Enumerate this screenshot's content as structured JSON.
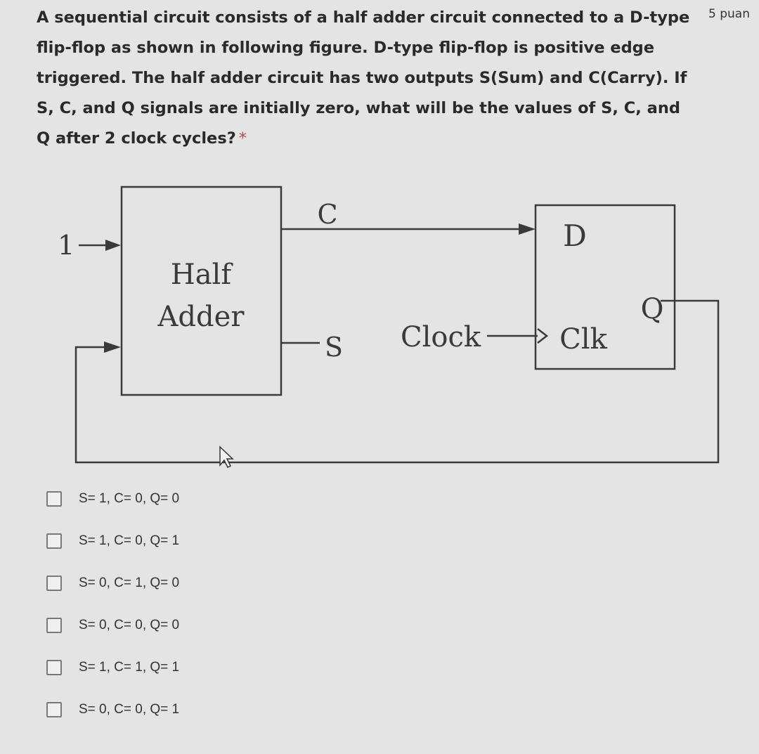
{
  "question": {
    "text": "A sequential circuit consists of a half adder circuit connected to a D-type flip-flop as shown in following figure. D-type flip-flop is positive edge triggered. The half adder circuit has two outputs S(Sum) and C(Carry). If S, C, and Q signals are initially zero, what will be the values of S, C, and Q after 2 clock cycles?",
    "required_mark": "*",
    "points": "5 puan"
  },
  "diagram": {
    "input_one": "1",
    "half_adder_line1": "Half",
    "half_adder_line2": "Adder",
    "carry_label": "C",
    "sum_label": "S",
    "clock_label": "Clock",
    "d_label": "D",
    "clk_label": "Clk",
    "q_label": "Q"
  },
  "options": [
    {
      "label": "S= 1, C= 0, Q= 0"
    },
    {
      "label": "S= 1, C= 0, Q= 1"
    },
    {
      "label": "S= 0, C= 1, Q= 0"
    },
    {
      "label": "S= 0, C= 0, Q= 0"
    },
    {
      "label": "S= 1, C= 1, Q= 1"
    },
    {
      "label": "S= 0, C= 0, Q= 1"
    }
  ]
}
